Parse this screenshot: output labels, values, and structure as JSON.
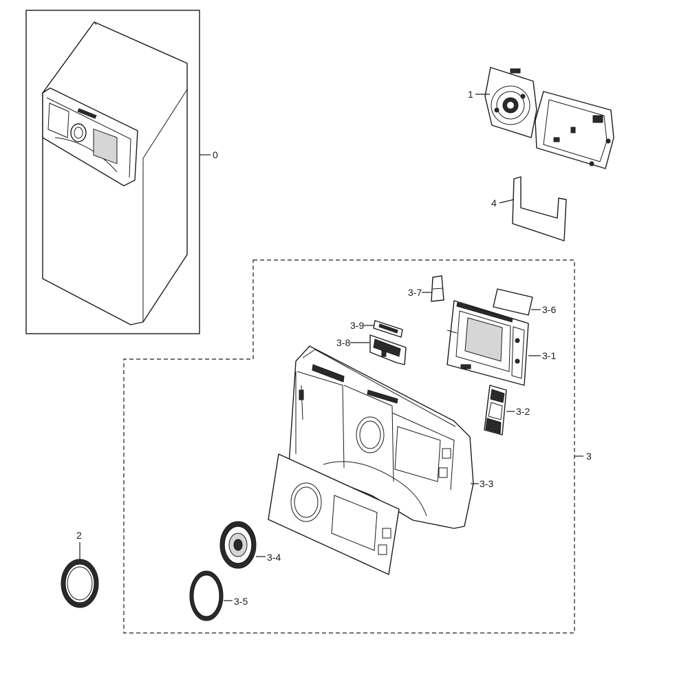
{
  "labels": {
    "l0": "0",
    "l1": "1",
    "l2": "2",
    "l3": "3",
    "l4": "4",
    "l3_1": "3-1",
    "l3_2": "3-2",
    "l3_3": "3-3",
    "l3_4": "3-4",
    "l3_5": "3-5",
    "l3_6": "3-6",
    "l3_7": "3-7",
    "l3_8": "3-8",
    "l3_9": "3-9"
  }
}
